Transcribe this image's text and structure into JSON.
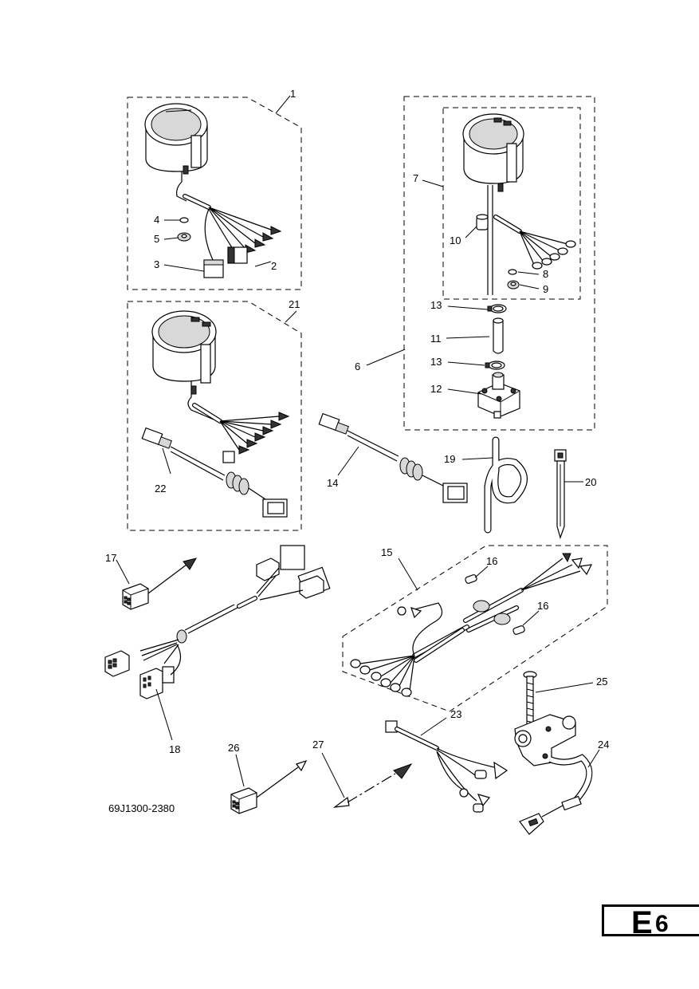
{
  "diagram": {
    "drawing_code": "69J1300-2380",
    "callouts": [
      "1",
      "2",
      "3",
      "4",
      "5",
      "6",
      "7",
      "8",
      "9",
      "10",
      "11",
      "12",
      "13",
      "13",
      "14",
      "15",
      "16",
      "16",
      "17",
      "18",
      "19",
      "20",
      "21",
      "22",
      "23",
      "24",
      "25",
      "26",
      "27"
    ]
  },
  "page_tab": {
    "letter": "E",
    "number": "6"
  }
}
